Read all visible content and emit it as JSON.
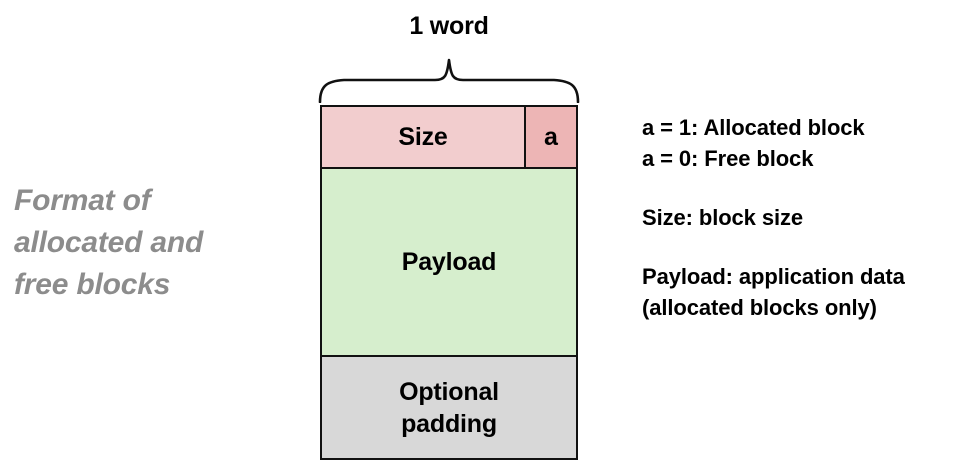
{
  "caption": {
    "lines": [
      "Format of",
      "allocated and",
      "free blocks"
    ]
  },
  "word_label": "1 word",
  "block": {
    "header": {
      "size_label": "Size",
      "flag_label": "a"
    },
    "payload_label": "Payload",
    "padding_lines": [
      "Optional",
      "padding"
    ]
  },
  "legend": {
    "groups": [
      {
        "lines": [
          "a = 1: Allocated block",
          "a = 0: Free block"
        ]
      },
      {
        "lines": [
          "Size: block size"
        ]
      },
      {
        "lines": [
          "Payload: application data",
          "(allocated blocks only)"
        ]
      }
    ]
  },
  "colors": {
    "size_fill": "#f2cdce",
    "flag_fill": "#edb5b5",
    "payload_fill": "#d6eecd",
    "padding_fill": "#d8d8d8",
    "outline": "#111111",
    "caption_text": "#8c8c8c",
    "body_text": "#000000",
    "background": "#ffffff"
  }
}
